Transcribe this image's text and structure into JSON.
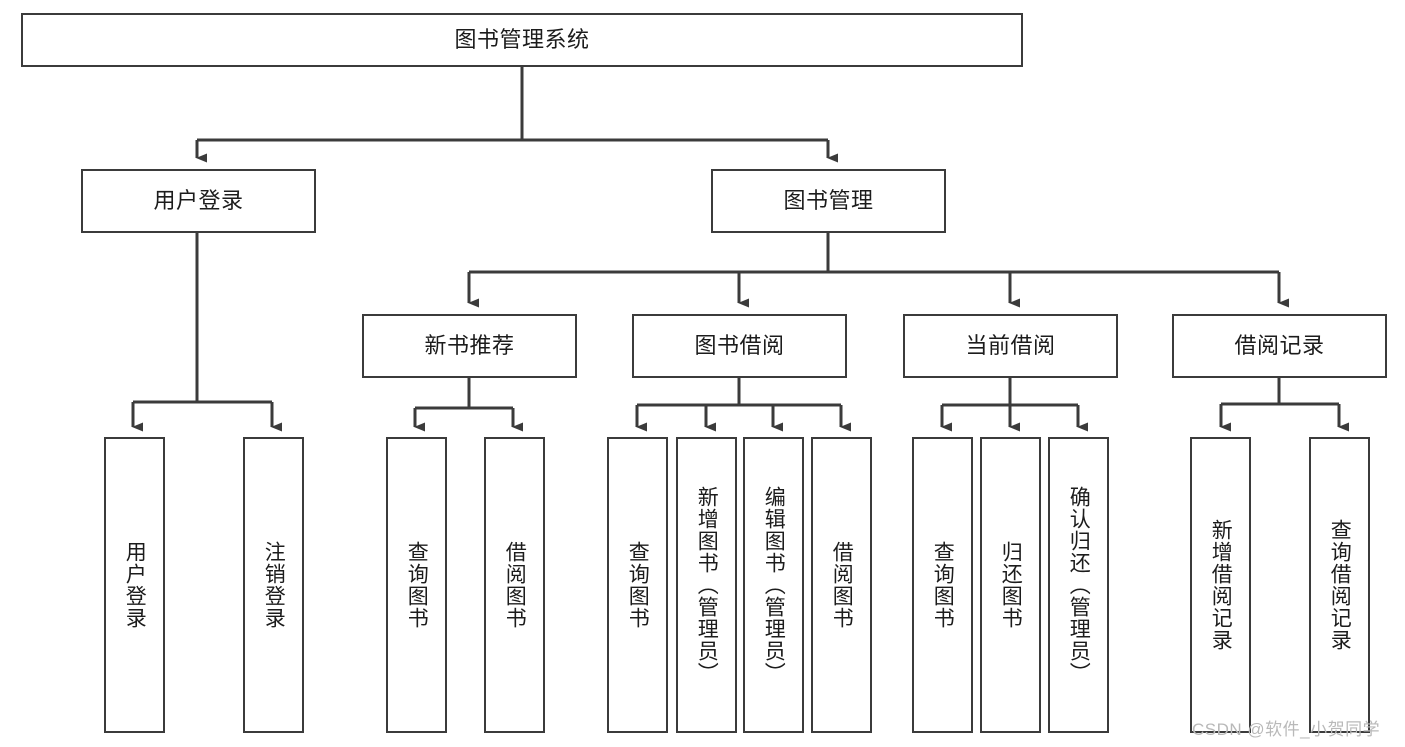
{
  "diagram": {
    "title": "图书管理系统",
    "type": "hierarchy-tree",
    "colors": {
      "box_border": "#3b3b3b",
      "box_fill": "#ffffff",
      "edge": "#3b3b3b",
      "text": "#1c1c1c",
      "watermark": "#b9b9b9"
    },
    "levels": {
      "root": {
        "label": "图书管理系统"
      },
      "level2": [
        {
          "label": "用户登录"
        },
        {
          "label": "图书管理"
        }
      ],
      "level3": [
        {
          "label": "新书推荐"
        },
        {
          "label": "图书借阅"
        },
        {
          "label": "当前借阅"
        },
        {
          "label": "借阅记录"
        }
      ],
      "leaves": {
        "user_login": [
          {
            "label": "用户登录"
          },
          {
            "label": "注销登录"
          }
        ],
        "new_book_recommend": [
          {
            "label": "查询图书"
          },
          {
            "label": "借阅图书"
          }
        ],
        "book_borrow": [
          {
            "label": "查询图书"
          },
          {
            "label": "新增图书（管理员）"
          },
          {
            "label": "编辑图书（管理员）"
          },
          {
            "label": "借阅图书"
          }
        ],
        "current_borrow": [
          {
            "label": "查询图书"
          },
          {
            "label": "归还图书"
          },
          {
            "label": "确认归还（管理员）"
          }
        ],
        "borrow_record": [
          {
            "label": "新增借阅记录"
          },
          {
            "label": "查询借阅记录"
          }
        ]
      }
    }
  },
  "watermark": {
    "text": "CSDN @软件_小贺同学"
  }
}
